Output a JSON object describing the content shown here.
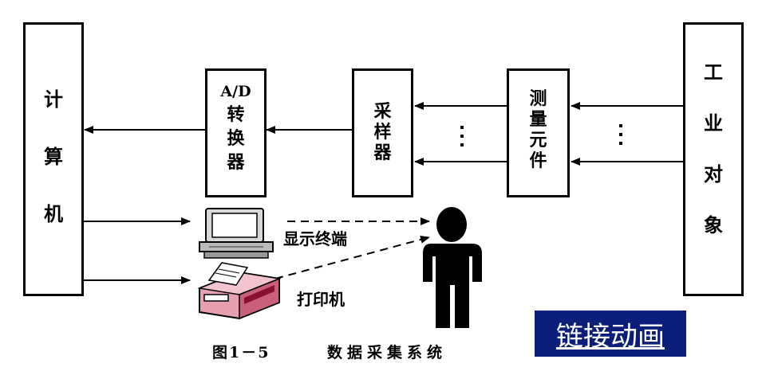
{
  "blocks": {
    "computer": [
      "计",
      "算",
      "机"
    ],
    "ad_converter": {
      "top": "A/D",
      "chars": [
        "转",
        "换",
        "器"
      ]
    },
    "sampler": [
      "采",
      "样",
      "器"
    ],
    "sensor": [
      "测",
      "量",
      "元",
      "件"
    ],
    "plant": [
      "工",
      "业",
      "对",
      "象"
    ]
  },
  "labels": {
    "display": "显示终端",
    "printer": "打印机",
    "caption_number": "图1－5",
    "caption_title": "数据采集系统"
  },
  "link_button": "链接动画",
  "colors": {
    "link_bg": "#0b1f7a",
    "printer_body": "#e8a0b0",
    "printer_dark": "#8a1030"
  }
}
